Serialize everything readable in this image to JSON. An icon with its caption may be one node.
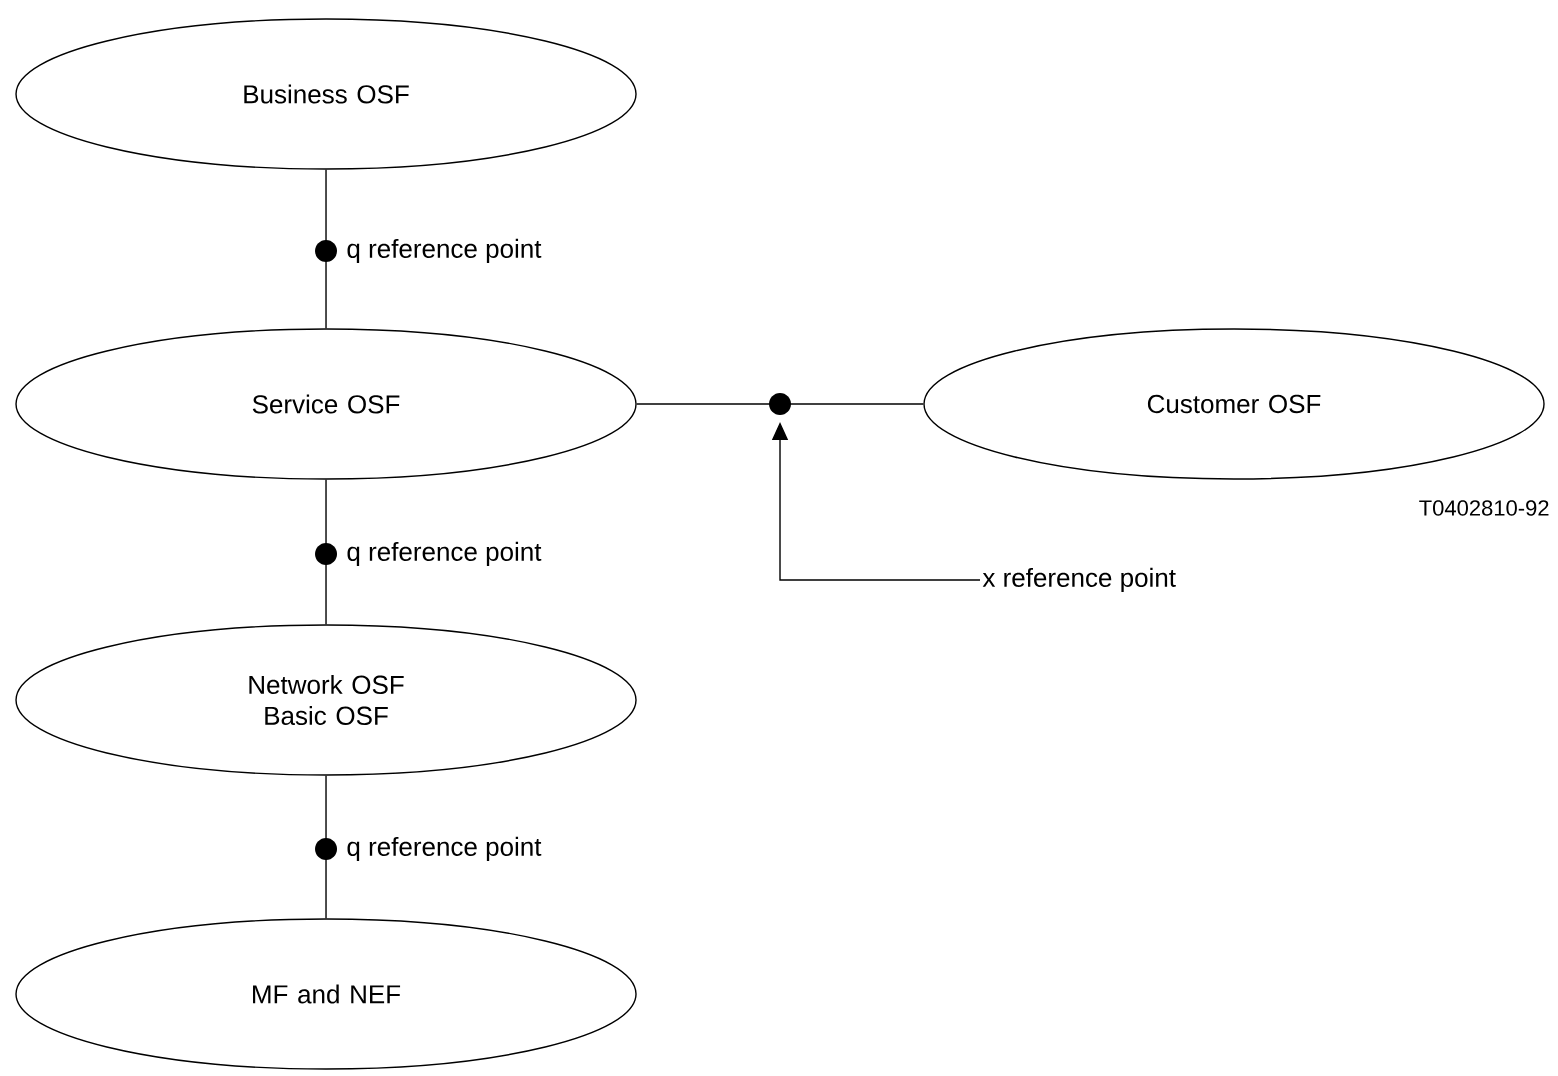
{
  "diagram": {
    "nodes": [
      {
        "text": [
          "Business OSF"
        ]
      },
      {
        "text": [
          "Service OSF"
        ]
      },
      {
        "text": [
          "Customer OSF"
        ]
      },
      {
        "text": [
          "Network OSF",
          "Basic OSF"
        ]
      },
      {
        "text": [
          "MF and NEF"
        ]
      },
      {
        "text": [
          "x reference point"
        ]
      }
    ],
    "edges": [
      {
        "from": 0,
        "to": 1,
        "arrow": "none",
        "label": "q reference point"
      },
      {
        "from": 1,
        "to": 2,
        "arrow": "none"
      },
      {
        "from": 1,
        "to": 3,
        "arrow": "none",
        "label": "q reference point"
      },
      {
        "from": 3,
        "to": 4,
        "arrow": "none",
        "label": "q reference point"
      },
      {
        "from": 5,
        "to": null,
        "arrow": "to"
      }
    ],
    "labels": [
      "T0402810-92"
    ]
  }
}
